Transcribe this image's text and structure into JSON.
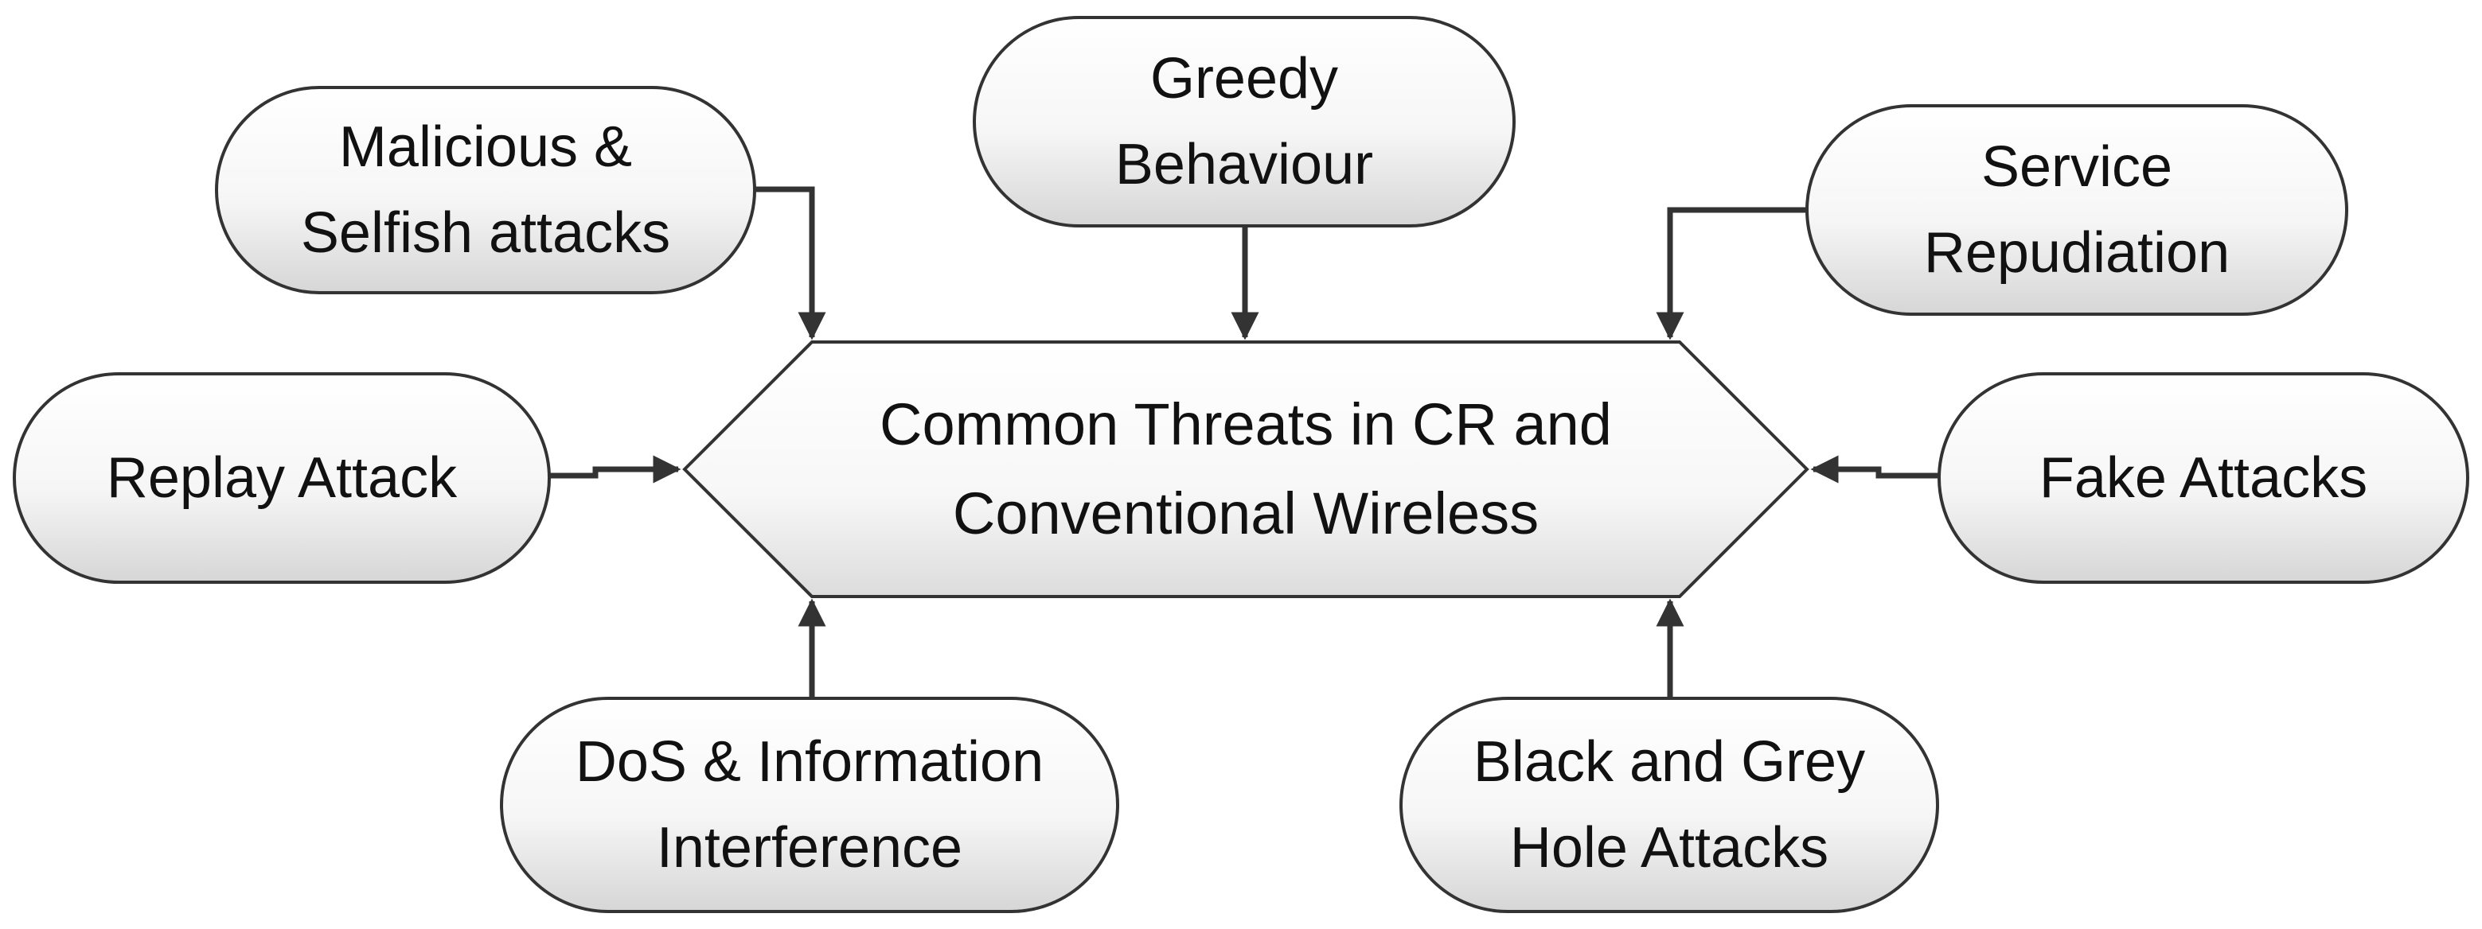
{
  "diagram": {
    "colors": {
      "stroke": "#333333",
      "arrow": "#333333",
      "fill_light": "#ffffff",
      "fill_dark": "#d8d8d8",
      "text": "#111111"
    },
    "center": {
      "label": "Common Threats in CR and\nConventional Wireless",
      "shape": "hexagon"
    },
    "threats": {
      "malicious_selfish": "Malicious &\nSelfish attacks",
      "greedy_behaviour": "Greedy\nBehaviour",
      "service_repudiation": "Service\nRepudiation",
      "replay_attack": "Replay Attack",
      "fake_attacks": "Fake Attacks",
      "dos_information": "DoS & Information\nInterference",
      "black_grey_hole": "Black and Grey\nHole Attacks"
    }
  }
}
